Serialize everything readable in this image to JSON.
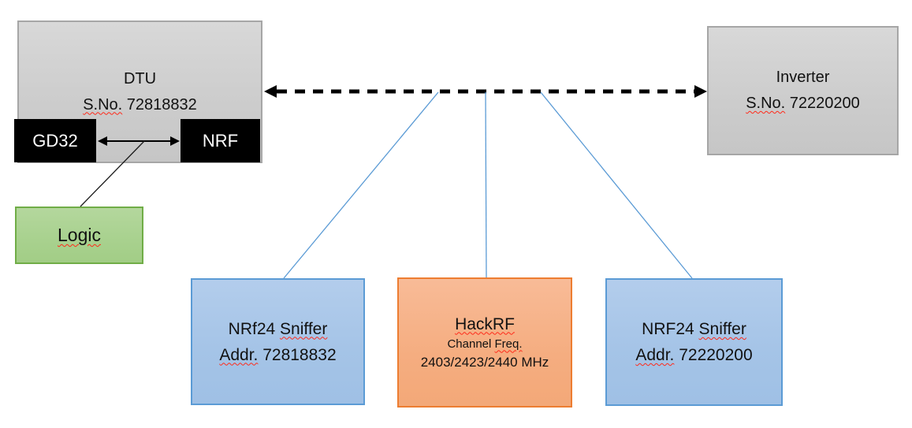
{
  "diagram": {
    "dtu": {
      "title": "DTU",
      "serial_label": "S.No.",
      "serial_number": " 72818832"
    },
    "gd32": {
      "label": "GD32"
    },
    "nrf": {
      "label": "NRF"
    },
    "logic": {
      "label": "Logic"
    },
    "inverter": {
      "title": "Inverter",
      "serial_label": "S.No.",
      "serial_number": " 72220200"
    },
    "sniffer_left": {
      "title_prefix": "NRf24 ",
      "title_word": "Sniffer",
      "addr_label": "Addr.",
      "addr_number": " 72818832"
    },
    "hackrf": {
      "title": "HackRF",
      "sub_prefix": "Channel ",
      "sub_word": "Freq.",
      "frequencies": "2403/2423/2440 MHz"
    },
    "sniffer_right": {
      "title_prefix": "NRF24 ",
      "title_word": "Sniffer",
      "addr_label": "Addr.",
      "addr_number": " 72220200"
    }
  },
  "colors": {
    "gray_fill": "#cccccc",
    "gray_border": "#a6a6a6",
    "blue_fill": "#a5c4e7",
    "blue_border": "#5b9bd5",
    "orange_fill": "#f5ad80",
    "orange_border": "#ed7d31",
    "green_fill": "#a8d18e",
    "green_border": "#70ad47",
    "connector_blue": "#5b9bd5",
    "arrow_black": "#000000",
    "spellcheck_red": "#ff2a1a"
  }
}
